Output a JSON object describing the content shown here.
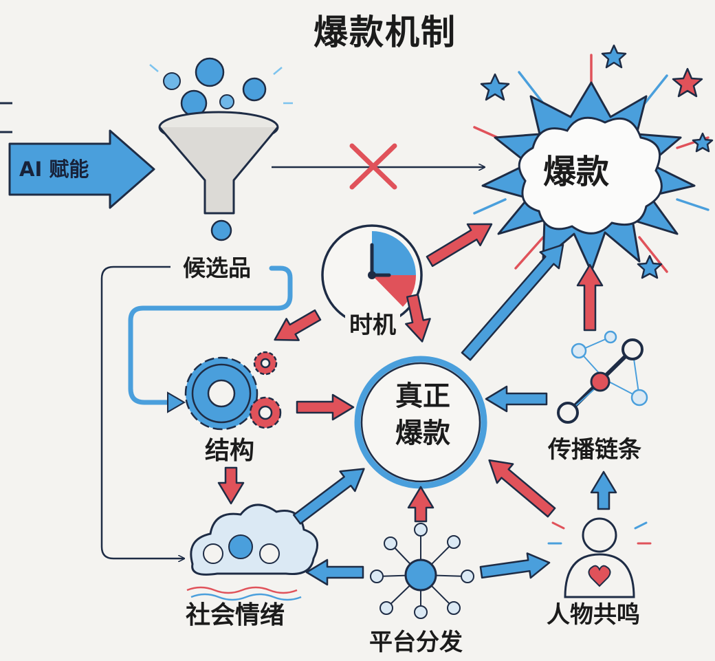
{
  "title": "爆款机制",
  "nodes": {
    "ai_empower": "AI 赋能",
    "candidates": "候选品",
    "viral_hit": "爆款",
    "timing": "时机",
    "structure": "结构",
    "core_line1": "真正",
    "core_line2": "爆款",
    "propagation_chain": "传播链条",
    "social_emotion": "社会情绪",
    "platform_distribution": "平台分发",
    "character_resonance": "人物共鸣"
  },
  "icons": {
    "candidates": "funnel-icon",
    "viral_hit": "explosion-icon",
    "timing": "clock-icon",
    "structure": "gears-icon",
    "propagation_chain": "chain-network-icon",
    "social_emotion": "emotion-cloud-icon",
    "platform_distribution": "network-hub-icon",
    "character_resonance": "person-heart-icon",
    "blocked_path": "cross-icon"
  },
  "colors": {
    "blue": "#4a9fdc",
    "red": "#e0525a",
    "outline": "#1e2c45",
    "background": "#f4f3f0"
  }
}
